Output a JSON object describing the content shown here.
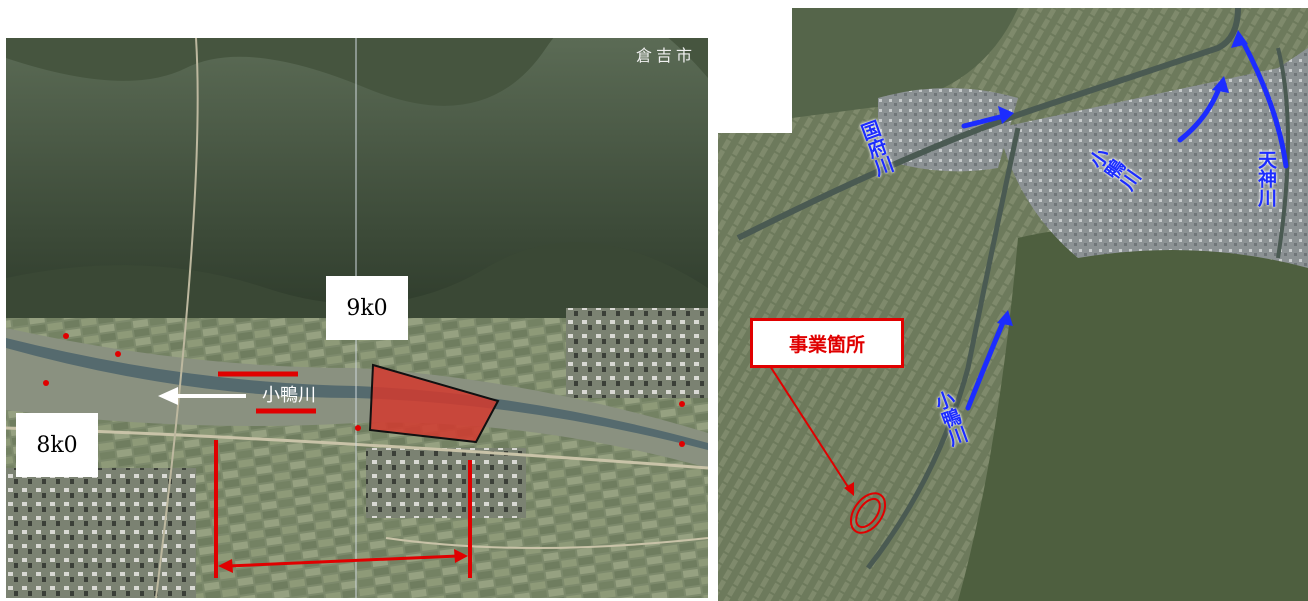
{
  "left_map": {
    "city_label": "倉吉市",
    "km_upstream": "9k0",
    "km_downstream": "8k0",
    "river_label": "小鴨川"
  },
  "right_map": {
    "project_site_label": "事業箇所",
    "rivers": {
      "kokufu": "国府川",
      "ogamo_top": "小鴨川",
      "tenjin": "天神川",
      "ogamo_mid": "小鴨川"
    }
  },
  "colors": {
    "annotation_red": "#e00000",
    "flow_arrow_blue": "#1c2cff",
    "flow_arrow_white": "#ffffff",
    "project_area_fill": "#d23a2f"
  }
}
